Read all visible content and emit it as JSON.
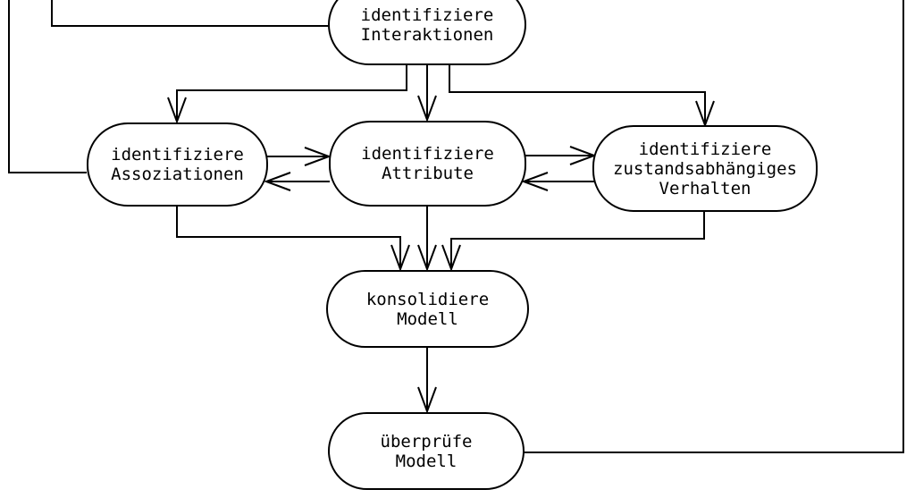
{
  "diagram": {
    "colors": {
      "background": "#ffffff",
      "line": "#000000",
      "text": "#000000"
    },
    "nodes": {
      "interaktionen": {
        "l1": "identifiziere",
        "l2": "Interaktionen"
      },
      "assoziationen": {
        "l1": "identifiziere",
        "l2": "Assoziationen"
      },
      "attribute": {
        "l1": "identifiziere",
        "l2": "Attribute"
      },
      "verhalten": {
        "l1": "identifiziere",
        "l2": "zustandsabhängiges",
        "l3": "Verhalten"
      },
      "konsolidiere": {
        "l1": "konsolidiere",
        "l2": "Modell"
      },
      "ueberpruefe": {
        "l1": "überprüfe",
        "l2": "Modell"
      }
    },
    "edges": [
      {
        "from": "offscreen-top",
        "to": "identifiziere Assoziationen",
        "arrowhead": "none-visible"
      },
      {
        "from": "offscreen-top",
        "to": "identifiziere Interaktionen",
        "arrowhead": "none-visible"
      },
      {
        "from": "identifiziere Interaktionen",
        "to": "identifiziere Assoziationen",
        "arrowhead": "open-v"
      },
      {
        "from": "identifiziere Interaktionen",
        "to": "identifiziere Attribute",
        "arrowhead": "open-v"
      },
      {
        "from": "identifiziere Interaktionen",
        "to": "identifiziere zustandsabhängiges Verhalten",
        "arrowhead": "open-v"
      },
      {
        "from": "identifiziere Assoziationen",
        "to": "identifiziere Attribute",
        "arrowhead": "open-v"
      },
      {
        "from": "identifiziere Attribute",
        "to": "identifiziere Assoziationen",
        "arrowhead": "open-v"
      },
      {
        "from": "identifiziere Attribute",
        "to": "identifiziere zustandsabhängiges Verhalten",
        "arrowhead": "open-v"
      },
      {
        "from": "identifiziere zustandsabhängiges Verhalten",
        "to": "identifiziere Attribute",
        "arrowhead": "open-v"
      },
      {
        "from": "identifiziere Assoziationen",
        "to": "konsolidiere Modell",
        "arrowhead": "open-v"
      },
      {
        "from": "identifiziere Attribute",
        "to": "konsolidiere Modell",
        "arrowhead": "open-v"
      },
      {
        "from": "identifiziere zustandsabhängiges Verhalten",
        "to": "konsolidiere Modell",
        "arrowhead": "open-v"
      },
      {
        "from": "konsolidiere Modell",
        "to": "überprüfe Modell",
        "arrowhead": "open-v"
      },
      {
        "from": "überprüfe Modell",
        "to": "offscreen-top-right",
        "arrowhead": "none-visible"
      }
    ]
  }
}
